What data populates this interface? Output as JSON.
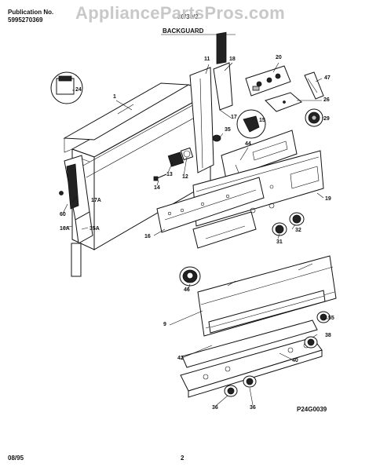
{
  "header": {
    "publication_label": "Publication No.",
    "publication_number": "5995270369",
    "model_partial": "30/30/3",
    "section_title": "BACKGUARD",
    "watermark": "AppliancePartsPros.com"
  },
  "footer": {
    "date": "08/95",
    "page_number": "2",
    "drawing_id": "P24G0039"
  },
  "callouts": [
    "1",
    "11",
    "18",
    "20",
    "47",
    "24",
    "17",
    "15",
    "26",
    "29",
    "35",
    "44",
    "13",
    "12",
    "14",
    "60",
    "17A",
    "16A",
    "35A",
    "19",
    "16",
    "32",
    "31",
    "46",
    "9",
    "55",
    "42",
    "38",
    "40",
    "36",
    "36"
  ]
}
